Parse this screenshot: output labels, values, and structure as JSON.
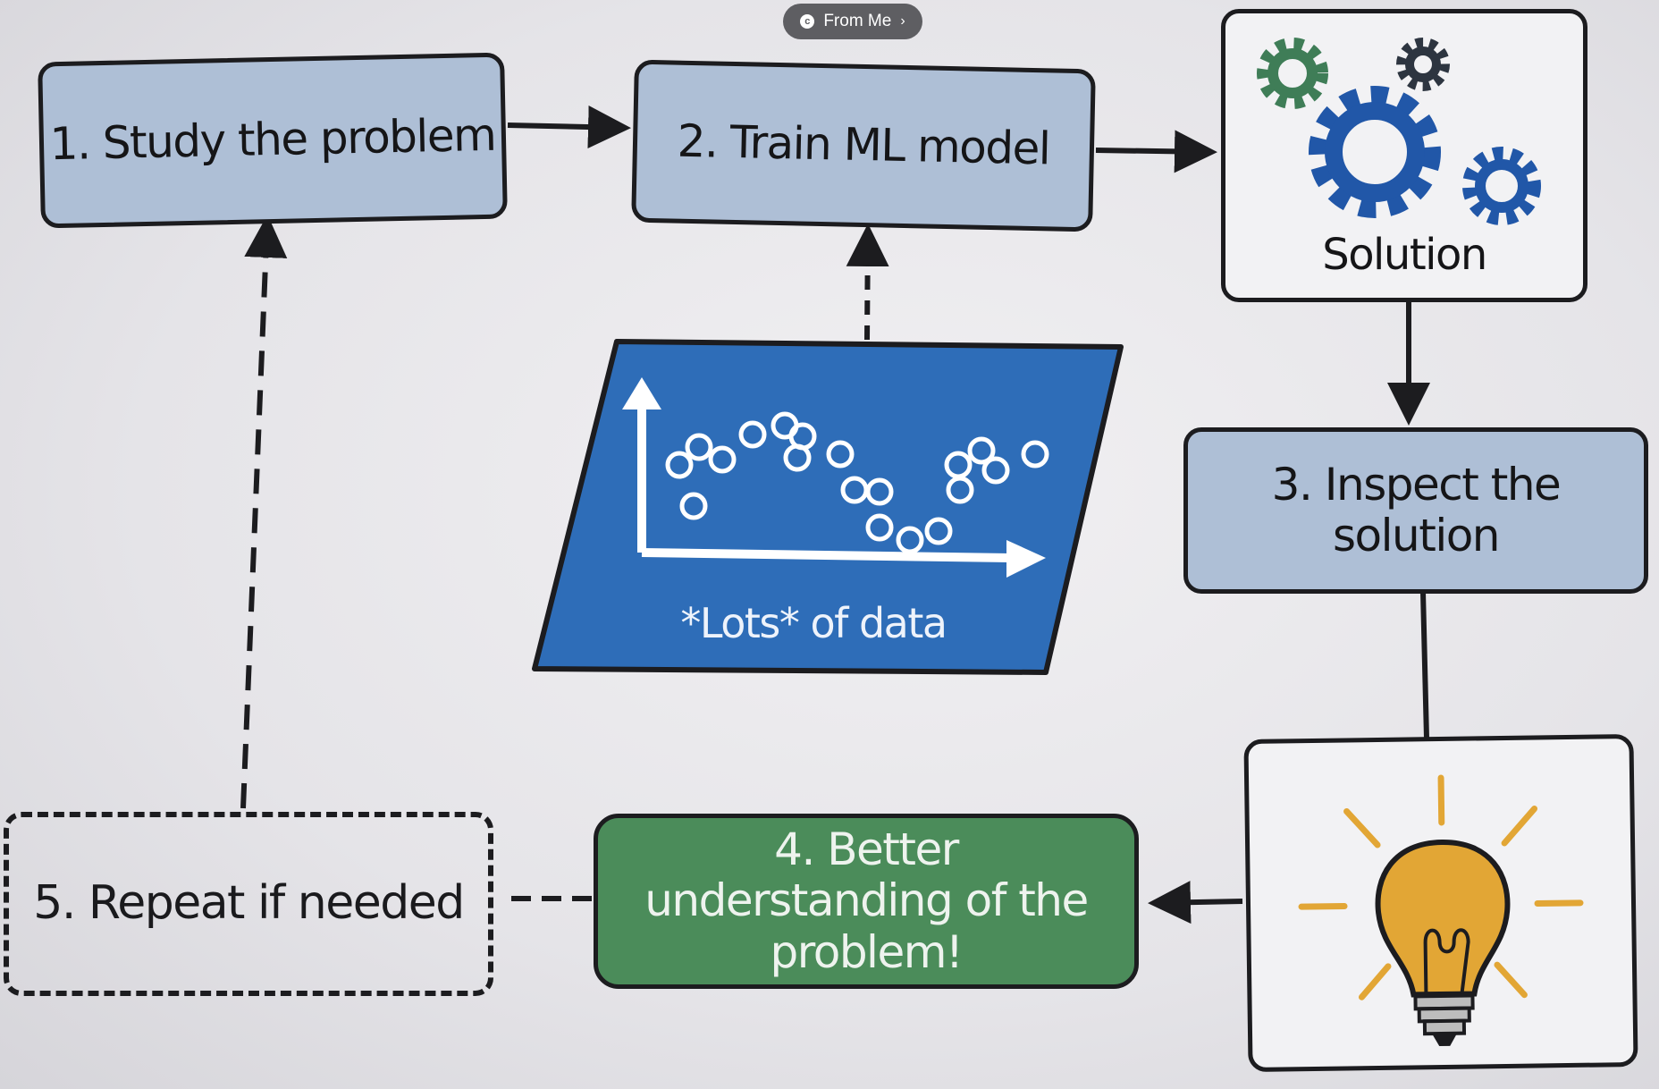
{
  "badge": {
    "label": "From Me",
    "icon": "c"
  },
  "steps": {
    "study": "1. Study the problem",
    "train": "2. Train ML model",
    "solution": "Solution",
    "inspect": "3. Inspect the solution",
    "better": "4. Better understanding of the problem!",
    "repeat": "5. Repeat if needed",
    "data": "*Lots* of data"
  },
  "icons": {
    "solution": "gears-icon",
    "idea": "lightbulb-icon",
    "data": "scatter-plot-icon"
  },
  "colors": {
    "step_box": "#aebfd6",
    "data_box": "#2e6db8",
    "better_box": "#4b8c5a",
    "gear_blue": "#2157a8",
    "gear_green": "#3f7d57",
    "bulb": "#e2a635"
  }
}
